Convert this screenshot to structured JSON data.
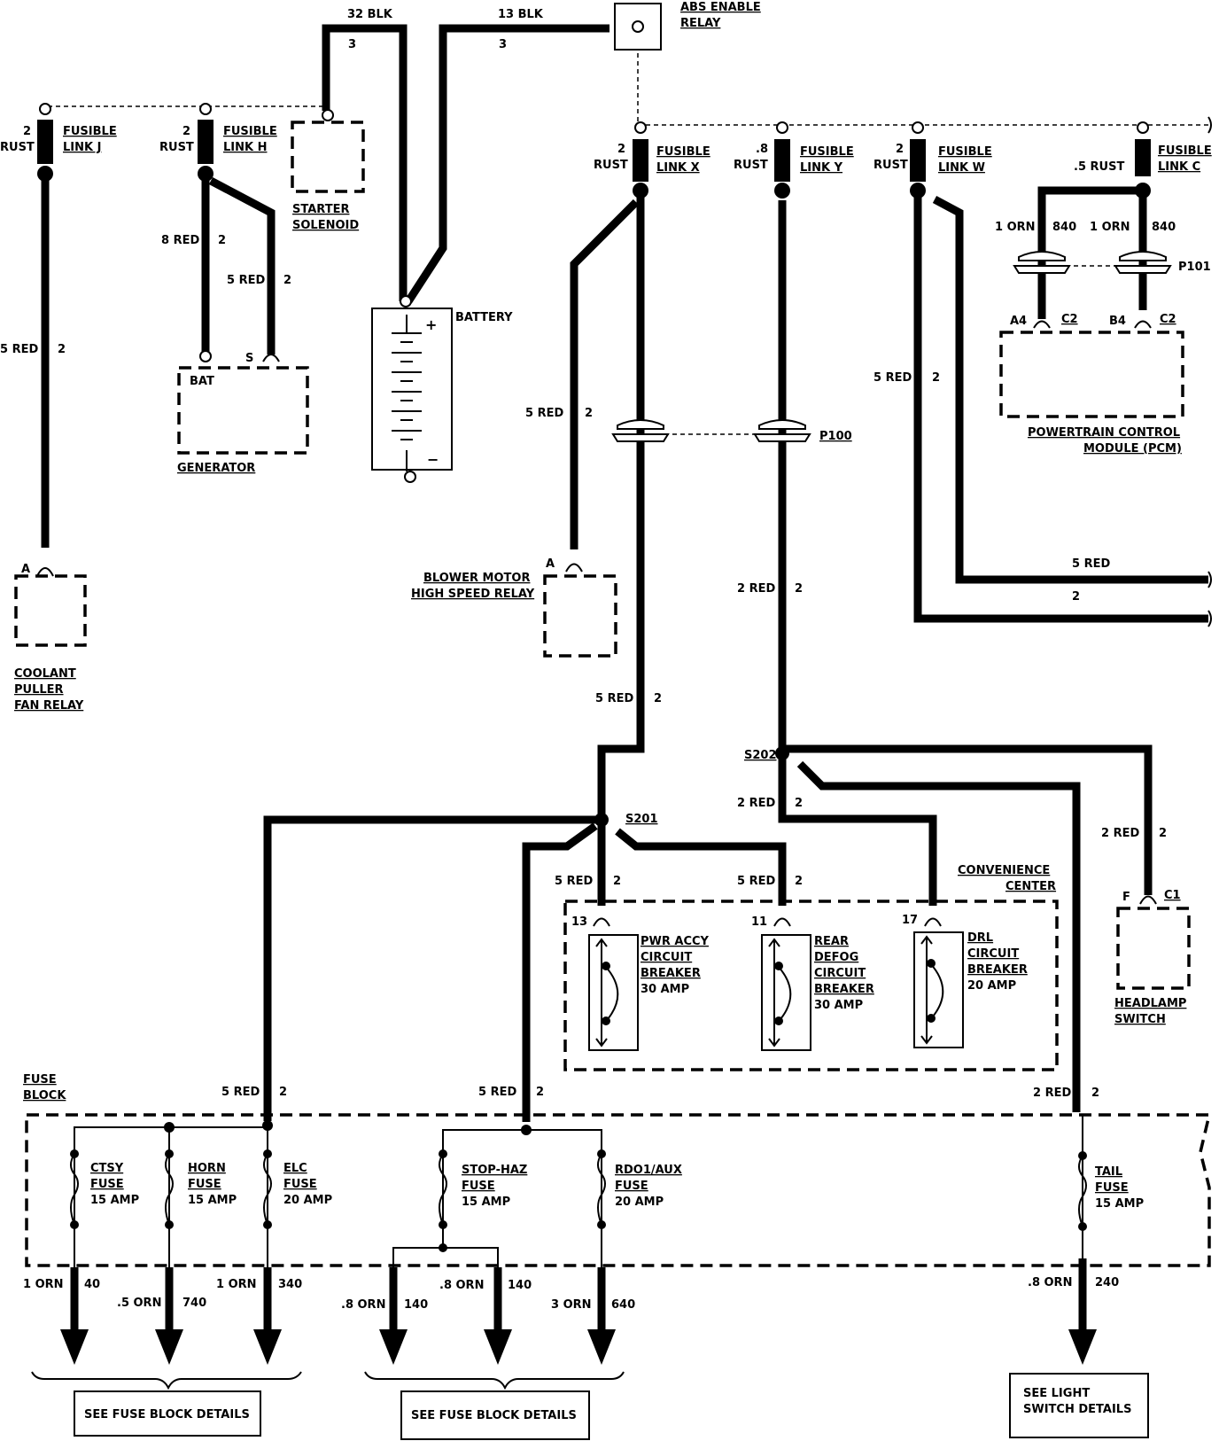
{
  "labels": {
    "wire_32blk": "32 BLK",
    "wire_13blk": "13 BLK",
    "c3a": "3",
    "c3b": "3",
    "abs_relay_1": "ABS ENABLE",
    "abs_relay_2": "RELAY",
    "fl_j_size": "2",
    "fl_j_color": "RUST",
    "fl_j_1": "FUSIBLE",
    "fl_j_2": "LINK J",
    "fl_h_size": "2",
    "fl_h_color": "RUST",
    "fl_h_1": "FUSIBLE",
    "fl_h_2": "LINK H",
    "starter_1": "STARTER",
    "starter_2": "SOLENOID",
    "fl_x_size": "2",
    "fl_x_color": "RUST",
    "fl_x_1": "FUSIBLE",
    "fl_x_2": "LINK X",
    "fl_y_size": ".8",
    "fl_y_color": "RUST",
    "fl_y_1": "FUSIBLE",
    "fl_y_2": "LINK Y",
    "fl_w_size": "2",
    "fl_w_color": "RUST",
    "fl_w_1": "FUSIBLE",
    "fl_w_2": "LINK W",
    "fl_c_color": ".5 RUST",
    "fl_c_1": "FUSIBLE",
    "fl_c_2": "LINK C",
    "w_8red": "8 RED",
    "w_8red_c": "2",
    "w_5red_gen": "5 RED",
    "w_5red_gen_c": "2",
    "w_5red_j": "5 RED",
    "w_5red_j_c": "2",
    "gen_bat": "BAT",
    "gen_s": "S",
    "generator": "GENERATOR",
    "battery": "BATTERY",
    "plus": "+",
    "minus": "−",
    "pin_a_coolant": "A",
    "coolant_1": "COOLANT",
    "coolant_2": "PULLER",
    "coolant_3": "FAN RELAY",
    "w_5red_blower": "5 RED",
    "w_5red_blower_c": "2",
    "pin_a_blower": "A",
    "blower_1": "BLOWER MOTOR",
    "blower_2": "HIGH SPEED RELAY",
    "p100": "P100",
    "w_2red_y": "2 RED",
    "w_2red_y_c": "2",
    "w_5red_x": "5 RED",
    "w_5red_x_c": "2",
    "w_1orn_a": "1 ORN",
    "w_840_a": "840",
    "w_1orn_b": "1 ORN",
    "w_840_b": "840",
    "p101": "P101",
    "pin_a4": "A4",
    "pin_c2a": "C2",
    "pin_b4": "B4",
    "pin_c2b": "C2",
    "pcm_1": "POWERTRAIN CONTROL",
    "pcm_2": "MODULE (PCM)",
    "w_5red_w": "5 RED",
    "w_5red_w_c": "2",
    "w_5red_right": "5 RED",
    "w_2_right": "2",
    "s202": "S202",
    "s201": "S201",
    "w_2red_s202": "2 RED",
    "w_2red_s202_c": "2",
    "w_2red_hl": "2 RED",
    "w_2red_hl_c": "2",
    "pin_f": "F",
    "pin_c1": "C1",
    "headlamp_1": "HEADLAMP",
    "headlamp_2": "SWITCH",
    "conv_1": "CONVENIENCE",
    "conv_2": "CENTER",
    "w_5red_pwr": "5 RED",
    "w_5red_pwr_c": "2",
    "w_5red_rear": "5 RED",
    "w_5red_rear_c": "2",
    "pin_13": "13",
    "pin_11": "11",
    "pin_17": "17",
    "pwr_1": "PWR ACCY",
    "pwr_2": "CIRCUIT",
    "pwr_3": "BREAKER",
    "pwr_4": "30 AMP",
    "rear_1": "REAR",
    "rear_2": "DEFOG",
    "rear_3": "CIRCUIT",
    "rear_4": "BREAKER",
    "rear_5": "30 AMP",
    "drl_1": "DRL",
    "drl_2": "CIRCUIT",
    "drl_3": "BREAKER",
    "drl_4": "20 AMP",
    "fuseblock_1": "FUSE",
    "fuseblock_2": "BLOCK",
    "w_5red_fb1": "5 RED",
    "w_5red_fb1_c": "2",
    "w_5red_fb2": "5 RED",
    "w_5red_fb2_c": "2",
    "w_2red_fb3": "2 RED",
    "w_2red_fb3_c": "2",
    "ctsy_1": "CTSY",
    "ctsy_2": "FUSE",
    "ctsy_3": "15 AMP",
    "horn_1": "HORN",
    "horn_2": "FUSE",
    "horn_3": "15 AMP",
    "elc_1": "ELC",
    "elc_2": "FUSE",
    "elc_3": "20 AMP",
    "stop_1": "STOP-HAZ",
    "stop_2": "FUSE",
    "stop_3": "15 AMP",
    "rdo_1": "RDO1/AUX",
    "rdo_2": "FUSE",
    "rdo_3": "20 AMP",
    "tail_1": "TAIL",
    "tail_2": "FUSE",
    "tail_3": "15 AMP",
    "o_1orn_a": "1 ORN",
    "o_40": "40",
    "o_5orn": ".5 ORN",
    "o_740": "740",
    "o_1orn_b": "1 ORN",
    "o_340": "340",
    "o_8orn_a": ".8 ORN",
    "o_140_a": "140",
    "o_8orn_b": ".8 ORN",
    "o_140_b": "140",
    "o_3orn": "3 ORN",
    "o_640": "640",
    "o_8orn_c": ".8 ORN",
    "o_240": "240",
    "see_fb_1": "SEE FUSE BLOCK DETAILS",
    "see_fb_2": "SEE FUSE BLOCK DETAILS",
    "see_ls_1": "SEE LIGHT",
    "see_ls_2": "SWITCH DETAILS"
  }
}
